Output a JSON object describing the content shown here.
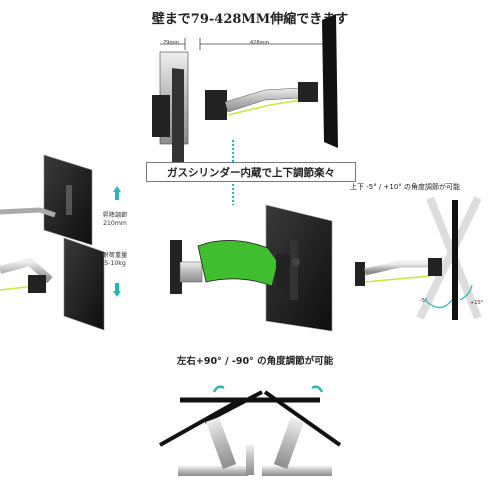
{
  "captions": {
    "extension": "壁まで79-428MM伸縮できます",
    "gas_cylinder": "ガスシリンダー内蔵で上下調節楽々",
    "tilt": "上下 -5° / +10° の角度調節が可能",
    "rotation": "左右+90° / -90° の角度調節が可能"
  },
  "dimensions": {
    "short": "79mm",
    "long": "428mm"
  },
  "height_adjust": {
    "label": "昇降調節",
    "value": "210mm"
  },
  "load": {
    "label": "耐荷重量",
    "value": "5-10kg"
  },
  "tilt_angles": {
    "minus": "-5°",
    "plus": "+10°"
  },
  "colors": {
    "gas_spring_green": "#3fbf2f",
    "accent_cyan": "#2bb5b5",
    "dark_frame": "#1a1a1a",
    "metal": "#c8c8c8"
  }
}
